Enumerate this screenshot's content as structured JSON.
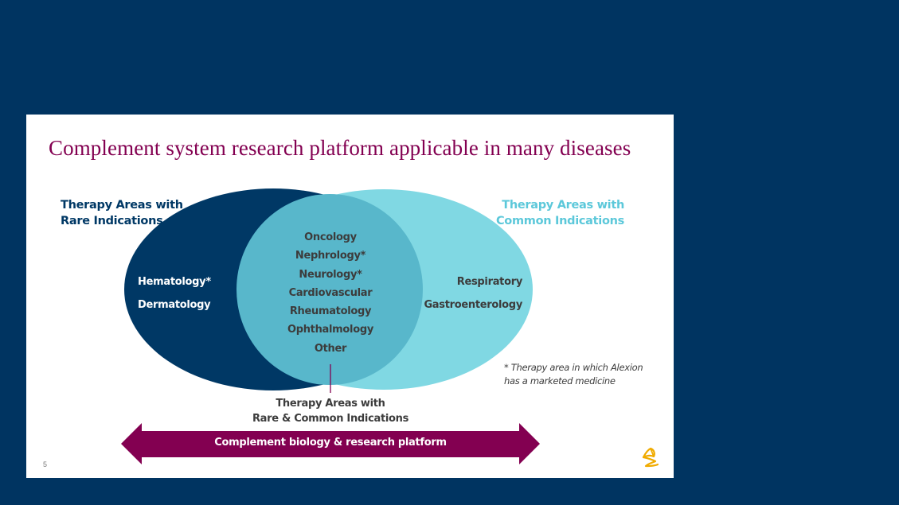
{
  "slide": {
    "title": "Complement system research platform applicable in many diseases",
    "slide_number": "5",
    "colors": {
      "background": "#003461",
      "title": "#830051",
      "rare_circle": "#003865",
      "common_circle": "#80D8E3",
      "overlap": "#58B7CB",
      "arrow": "#830051",
      "logo": "#F0AB00"
    }
  },
  "venn": {
    "rare": {
      "heading": [
        "Therapy Areas with",
        "Rare Indications"
      ],
      "items": [
        "Hematology*",
        "Dermatology"
      ]
    },
    "common": {
      "heading": [
        "Therapy Areas with",
        "Common Indications"
      ],
      "items": [
        "Respiratory",
        "Gastroenterology"
      ]
    },
    "both": {
      "items": [
        "Oncology",
        "Nephrology*",
        "Neurology*",
        "Cardiovascular",
        "Rheumatology",
        "Ophthalmology",
        "Other"
      ],
      "caption": [
        "Therapy Areas with",
        "Rare & Common Indications"
      ]
    }
  },
  "footnote": [
    "* Therapy area in which Alexion",
    "has a marketed medicine"
  ],
  "arrow": {
    "label": "Complement biology & research platform"
  },
  "logo": {
    "icon": "astrazeneca-logo-icon"
  }
}
